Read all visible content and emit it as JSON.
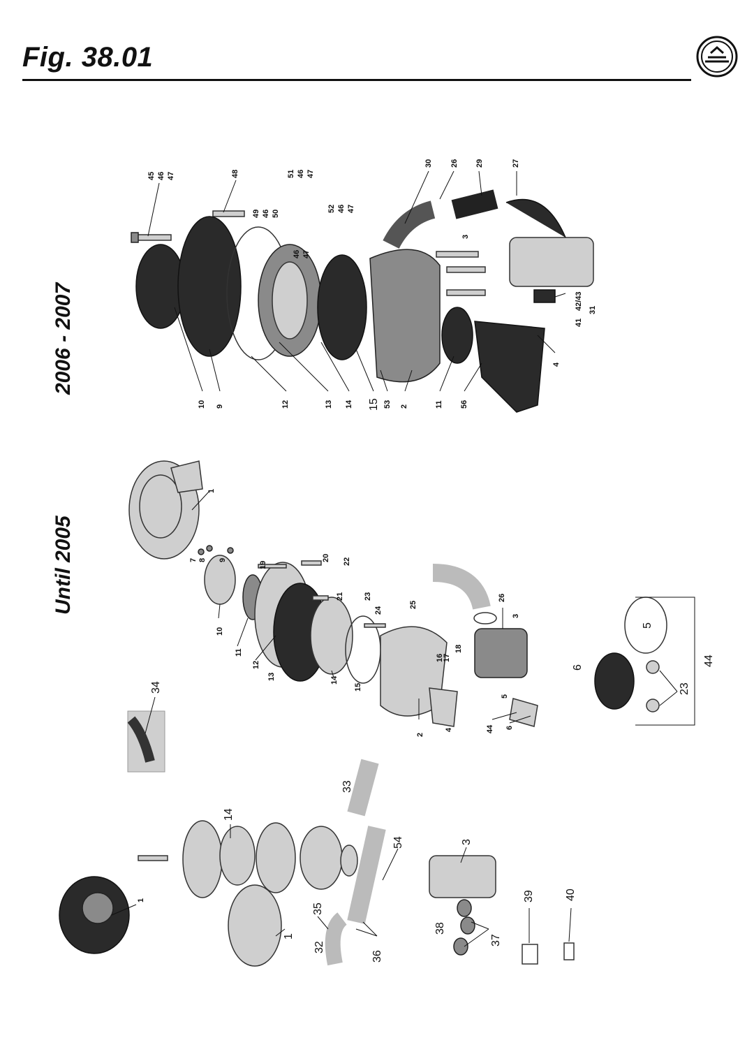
{
  "header": {
    "title": "Fig. 38.01",
    "logo_icon": "brand-emblem-icon"
  },
  "sections": {
    "modern": {
      "label": "2006 - 2007"
    },
    "legacy": {
      "label": "Until 2005"
    }
  },
  "callouts_2006": [
    "45",
    "46",
    "47",
    "48",
    "51",
    "46",
    "47",
    "30",
    "26",
    "29",
    "27",
    "49",
    "46",
    "50",
    "52",
    "46",
    "47",
    "46",
    "47",
    "3",
    "42/43",
    "31",
    "41",
    "4",
    "10",
    "9",
    "12",
    "13",
    "14",
    "15",
    "53",
    "2",
    "11",
    "56"
  ],
  "callouts_2005": [
    "1",
    "7",
    "8",
    "9",
    "10",
    "11",
    "12",
    "13",
    "14",
    "15",
    "19",
    "20",
    "22",
    "21",
    "23",
    "24",
    "2",
    "4",
    "16",
    "17",
    "18",
    "25",
    "26",
    "3",
    "5",
    "44",
    "6",
    "5",
    "6",
    "23",
    "44"
  ],
  "callouts_older": [
    "34",
    "1",
    "14",
    "33",
    "54",
    "3",
    "35",
    "32",
    "36",
    "1",
    "38",
    "37",
    "39",
    "40"
  ]
}
